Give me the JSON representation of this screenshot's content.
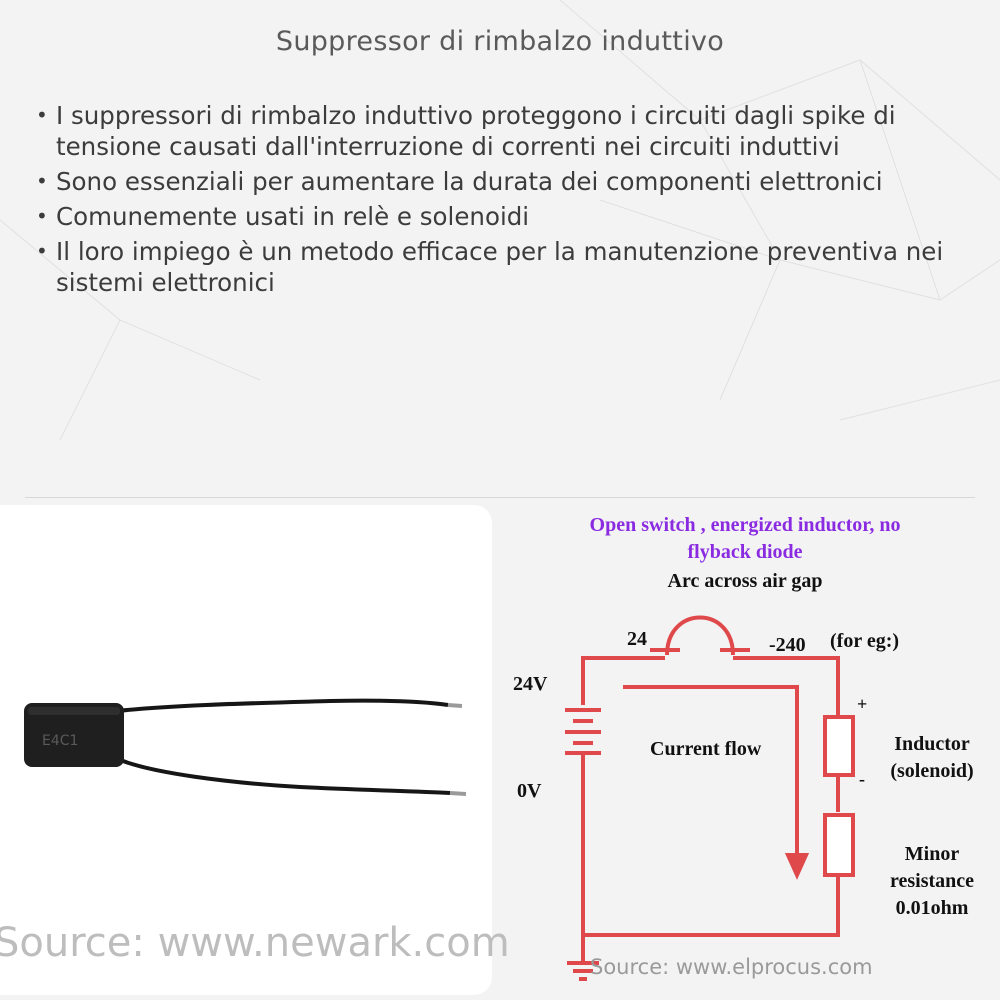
{
  "title": "Suppressor di rimbalzo induttivo",
  "bullets": [
    "I suppressori di rimbalzo induttivo proteggono i circuiti dagli spike di tensione causati dall'interruzione di correnti nei circuiti induttivi",
    "Sono essenziali per aumentare la durata dei componenti elettronici",
    "Comunemente usati in relè e solenoidi",
    "Il loro impiego è un metodo efficace per la manutenzione preventiva nei sistemi elettronici"
  ],
  "left_image": {
    "component_marking": "E4C1",
    "source": "Source: www.newark.com"
  },
  "diagram": {
    "title_line1": "Open switch , energized inductor, no",
    "title_line2": "flyback diode",
    "arc_label": "Arc across air gap",
    "left_voltage": "24",
    "right_voltage": "-240",
    "for_eg": "(for eg:)",
    "supply_top": "24V",
    "supply_bottom": "0V",
    "current_label": "Current flow",
    "plus": "+",
    "minus": "-",
    "inductor_line1": "Inductor",
    "inductor_line2": "(solenoid)",
    "resistance_line1": "Minor",
    "resistance_line2": "resistance",
    "resistance_line3": "0.01ohm",
    "source": "Source: www.elprocus.com",
    "colors": {
      "title": "#8a2be2",
      "wire": "#e0494b",
      "text": "#111111"
    }
  }
}
